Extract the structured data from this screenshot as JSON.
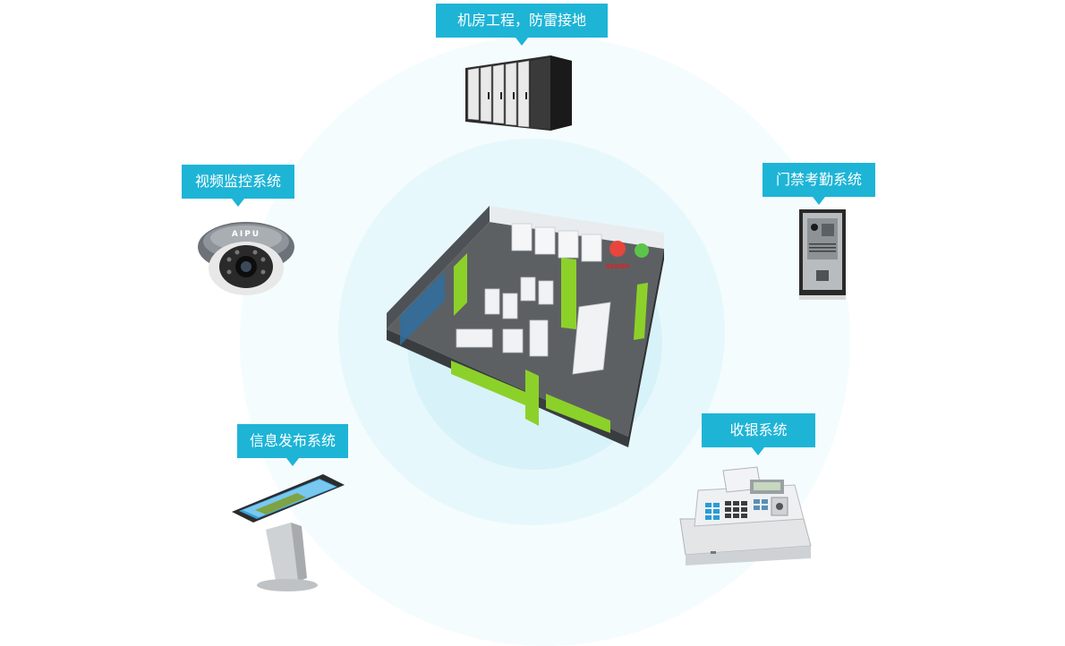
{
  "labels": {
    "server_room": "机房工程，防雷接地",
    "video_surveillance": "视频监控系统",
    "access_control": "门禁考勤系统",
    "info_release": "信息发布系统",
    "cash_register": "收银系统"
  },
  "camera_logo": "AIPU",
  "store_logo": "XEROX",
  "colors": {
    "label_bg": "#1eb4d6",
    "label_text": "#ffffff",
    "accent_green": "#8cd12a"
  },
  "icons": [
    "server-rack-icon",
    "dome-camera-icon",
    "door-intercom-icon",
    "store-floorplan-illustration",
    "kiosk-display-icon",
    "cash-register-icon"
  ]
}
